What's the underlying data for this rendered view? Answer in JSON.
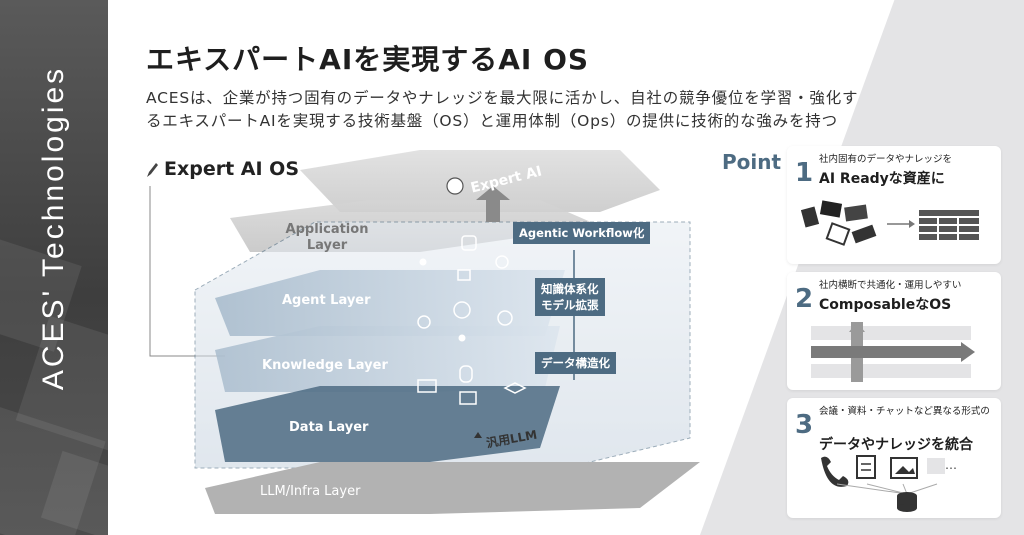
{
  "sidebar": {
    "brand": "ACES' Technologies"
  },
  "header": {
    "title": "エキスパートAIを実現するAI OS",
    "subtitle_line1": "ACESは、企業が持つ固有のデータやナレッジを最大限に活かし、自社の競争優位を学習・強化す",
    "subtitle_line2": "るエキスパートAIを実現する技術基盤（OS）と運用体制（Ops）の提供に技術的な強みを持つ"
  },
  "diagram": {
    "section_label": "Expert AI OS",
    "top_label": "Expert AI",
    "layers": {
      "application": "Application Layer",
      "agent": "Agent Layer",
      "knowledge": "Knowledge Layer",
      "data": "Data Layer",
      "infra": "LLM/Infra Layer"
    },
    "llm_label": "汎用LLM",
    "tags": {
      "agentic": "Agentic Workflow化",
      "knowledge_line1": "知識体系化",
      "knowledge_line2": "モデル拡張",
      "data": "データ構造化"
    }
  },
  "points": {
    "title": "Point",
    "items": [
      {
        "num": "1",
        "small": "社内固有のデータやナレッジを",
        "big": "AI Readyな資産に"
      },
      {
        "num": "2",
        "small": "社内横断で共通化・運用しやすい",
        "big": "ComposableなOS"
      },
      {
        "num": "3",
        "small": "会議・資料・チャットなど異なる形式の",
        "big": "データやナレッジを統合",
        "ellipsis": "…"
      }
    ]
  },
  "colors": {
    "accent": "#4d6b82",
    "dark_band": "#444444"
  }
}
